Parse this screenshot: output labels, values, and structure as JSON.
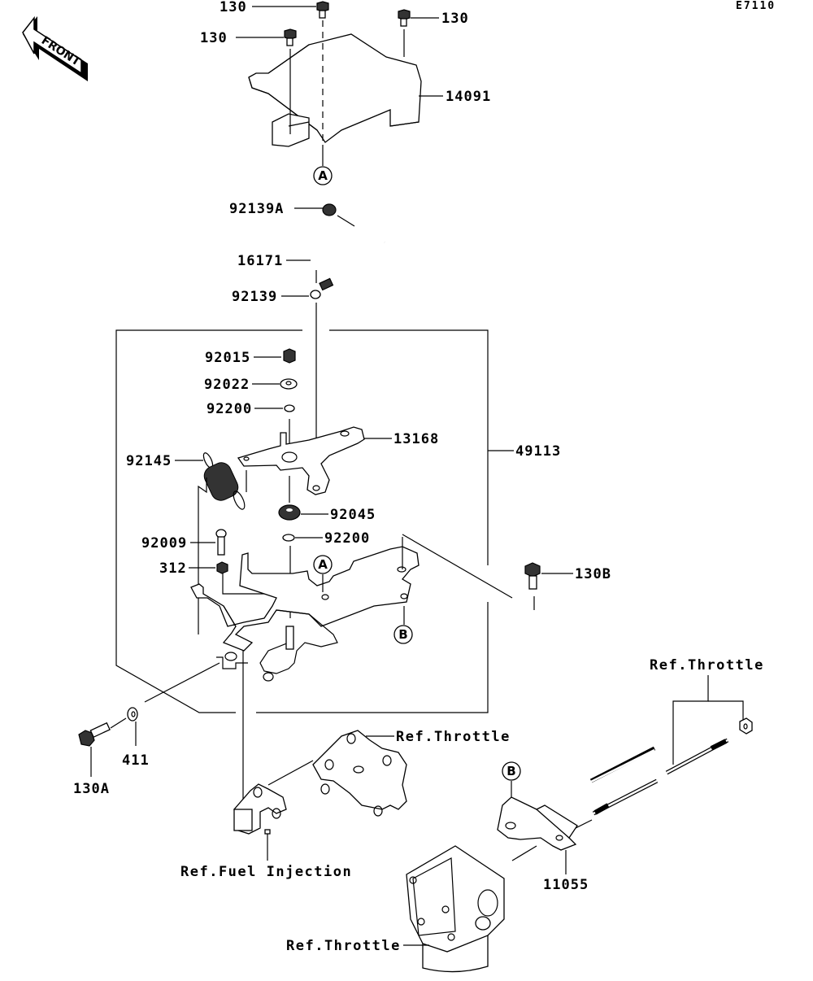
{
  "diagram": {
    "code": "E7110",
    "front_label": "FRONT",
    "parts": {
      "bolt_130_top": "130",
      "bolt_130_right": "130",
      "bolt_130_left": "130",
      "cover": "14091",
      "clamp_a": "92139A",
      "hose": "16171",
      "clamp": "92139",
      "nut": "92015",
      "washer": "92022",
      "circlip_upper": "92200",
      "lever": "13168",
      "assembly": "49113",
      "spring": "92145",
      "collar": "92045",
      "circlip_lower": "92200",
      "bolt_92009": "92009",
      "nut_312": "312",
      "bolt_130b": "130B",
      "washer_411": "411",
      "bolt_130a": "130A",
      "bracket": "11055"
    },
    "refs": {
      "throttle_upper": "Ref.Throttle",
      "throttle_right": "Ref.Throttle",
      "throttle_bottom": "Ref.Throttle",
      "fuel_injection": "Ref.Fuel Injection"
    },
    "markers": {
      "a_top": "A",
      "a_mid": "A",
      "b_mid": "B",
      "b_low": "B"
    }
  }
}
